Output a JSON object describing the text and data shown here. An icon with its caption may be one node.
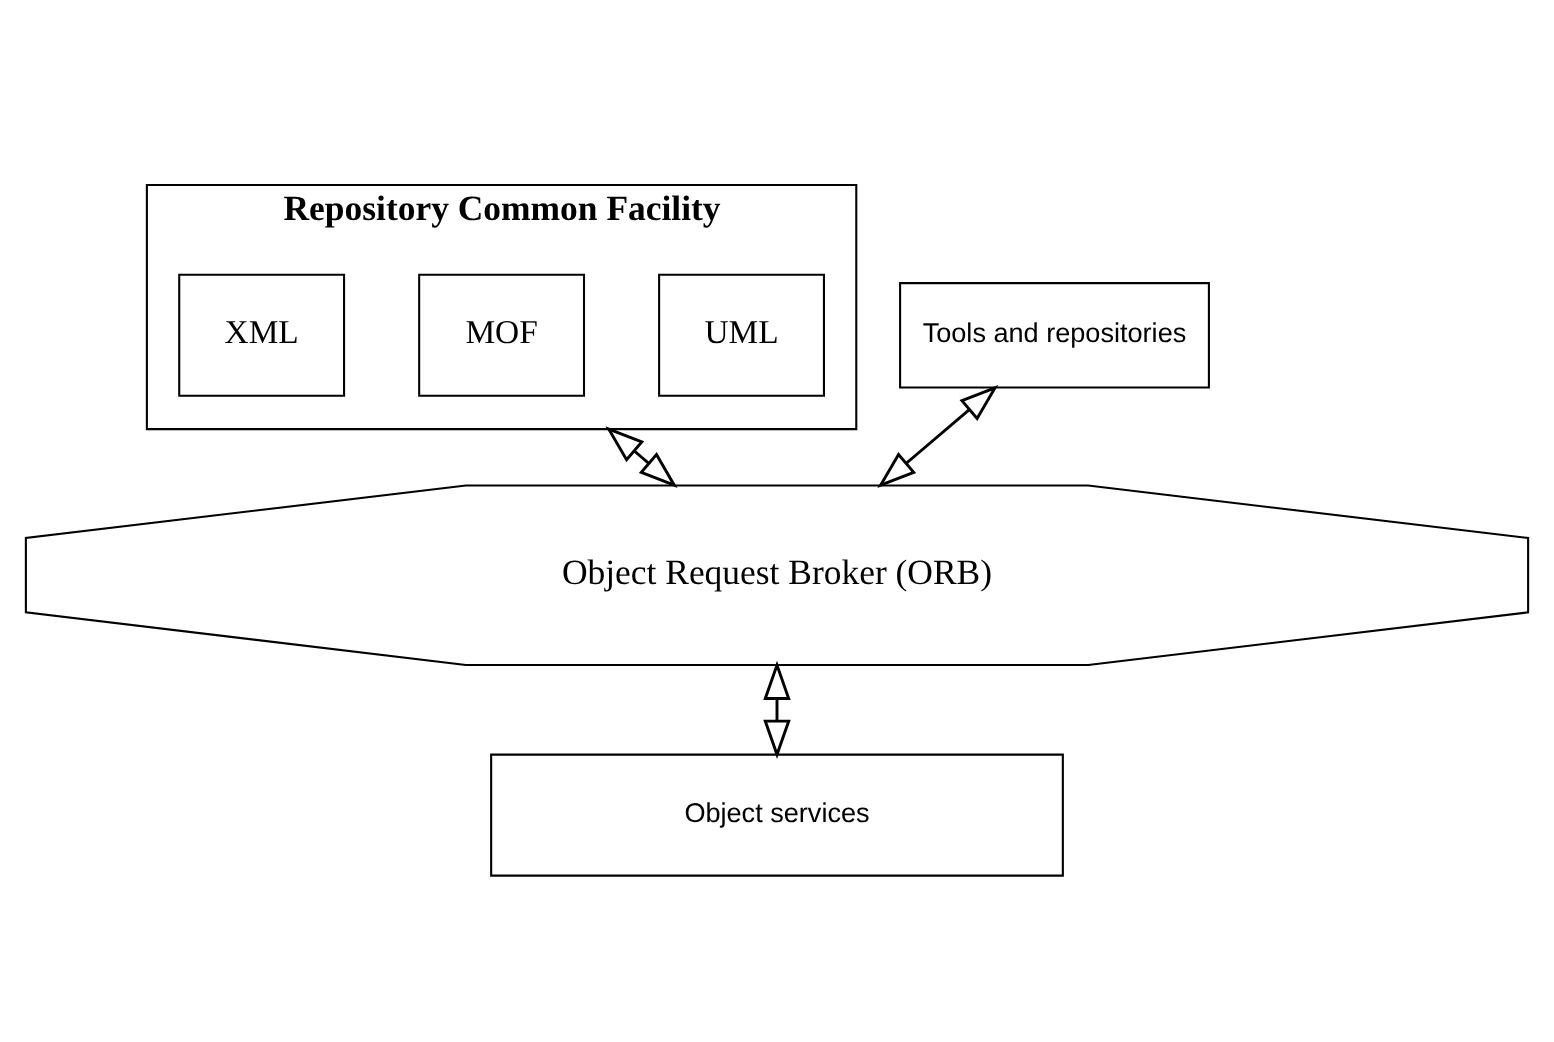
{
  "diagram": {
    "nodes": [
      {
        "text": [
          "Repository Common Facility"
        ]
      },
      {
        "text": [
          "UML"
        ],
        "in": 0
      },
      {
        "text": [
          "MOF"
        ],
        "in": 0
      },
      {
        "text": [
          "XML"
        ],
        "in": 0
      },
      {
        "text": [
          "Tools and repositories"
        ]
      },
      {
        "text": [
          "Object Request Broker (ORB)"
        ]
      },
      {
        "text": [
          "Object services"
        ]
      }
    ],
    "edges": [
      {
        "from": 0,
        "to": 5,
        "arrow": "both"
      },
      {
        "from": 4,
        "to": 5,
        "arrow": "both"
      },
      {
        "from": 5,
        "to": 6,
        "arrow": "both"
      }
    ]
  }
}
